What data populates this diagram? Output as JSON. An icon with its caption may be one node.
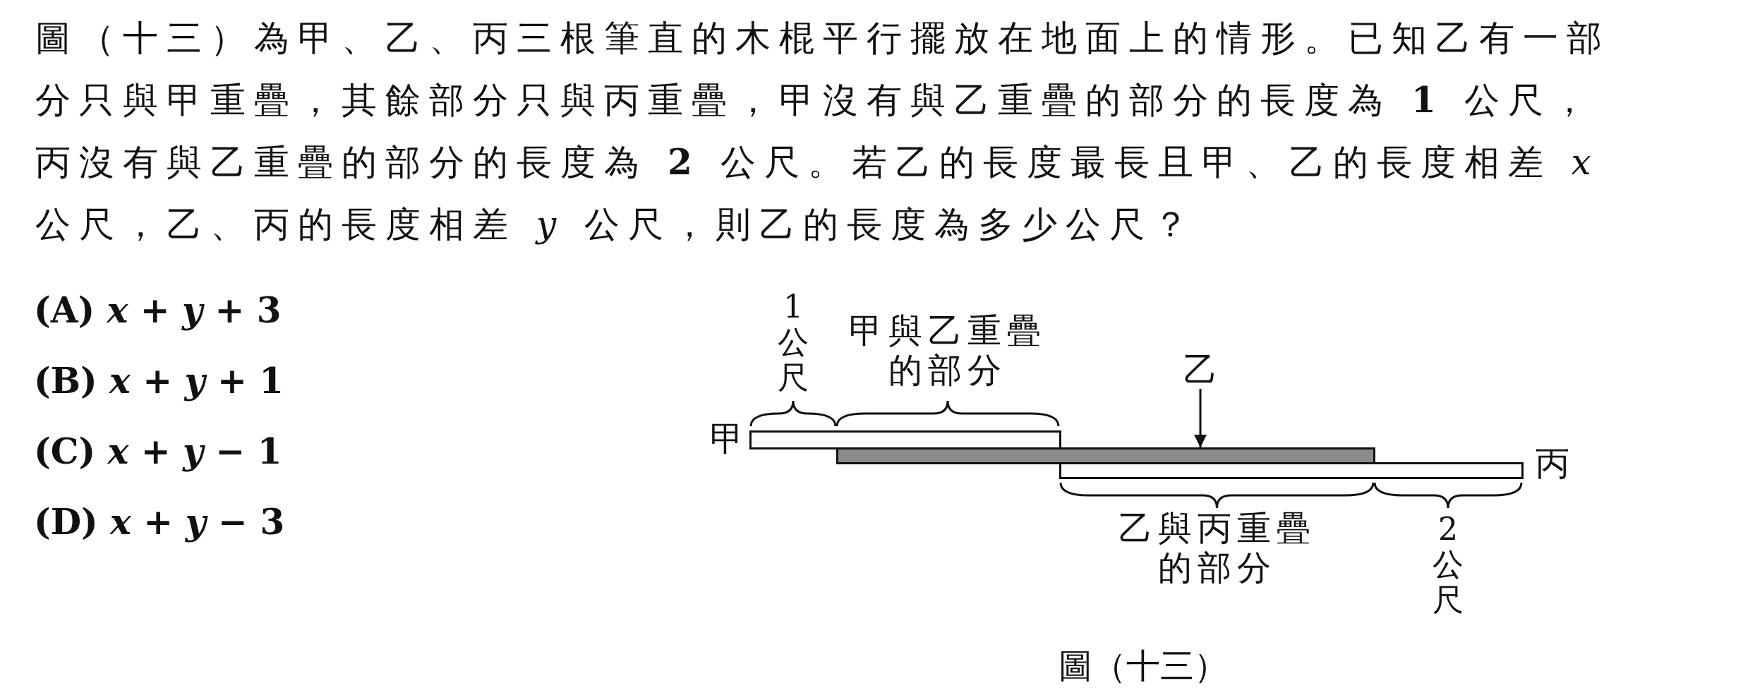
{
  "diagram": {
    "caption": "圖（十三）",
    "nodes": [
      {
        "text": [],
        "shape": "bar",
        "beside": [
          "甲"
        ]
      },
      {
        "text": [],
        "shape": "bar"
      },
      {
        "text": [],
        "shape": "bar",
        "beside": [
          "丙"
        ]
      },
      {
        "text": [
          "乙"
        ]
      }
    ],
    "edges": [
      {
        "from": 3,
        "to": 1,
        "arrow": "to"
      }
    ],
    "labels": [
      "圖（十三）為甲、乙、丙三根筆直的木棍平行擺放在地面上的情形。已知乙有一部分只與甲重疊，其餘部分只與丙重疊，甲沒有與乙重疊的部分的長度為 **1** 公尺，丙沒有與乙重疊的部分的長度為 **2** 公尺。若乙的長度最長且甲、乙的長度相差 *x* 公尺，乙、丙的長度相差 *y* 公尺，則乙的長度為多少公尺？",
      "(A) *x* + *y* + 3",
      "(B) *x* + *y* + 1",
      "(C) *x* + *y* − 1",
      "(D) *x* + *y* − 3",
      "1公尺",
      "甲與乙重疊的部分",
      "乙與丙重疊的部分",
      "2公尺"
    ]
  }
}
